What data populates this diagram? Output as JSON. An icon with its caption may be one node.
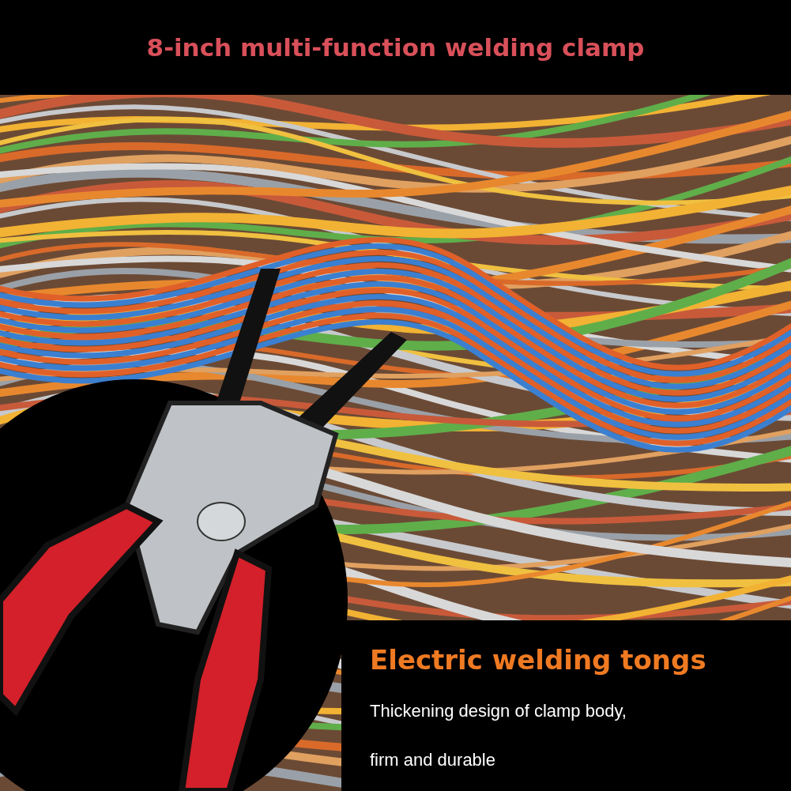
{
  "diagram": {
    "title": "8-inch multi-function welding clamp",
    "labels": [
      "Electric welding tongs",
      "Thickening design of clamp body, firm and durable"
    ]
  }
}
